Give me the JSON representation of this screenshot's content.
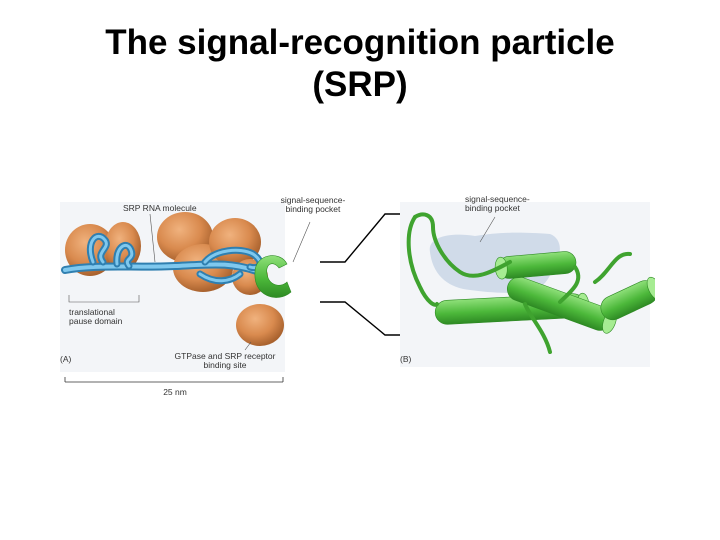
{
  "title": {
    "line1": "The signal-recognition particle",
    "line2": "(SRP)"
  },
  "panel_a": {
    "rna_label": "SRP RNA molecule",
    "pocket_label_l1": "signal-sequence-",
    "pocket_label_l2": "binding pocket",
    "domain_label_l1": "translational",
    "domain_label_l2": "pause domain",
    "receptor_label_l1": "GTPase and SRP receptor",
    "receptor_label_l2": "binding site",
    "panel_letter": "(A)",
    "scale_label": "25 nm"
  },
  "panel_b": {
    "pocket_label_l1": "signal-sequence-",
    "pocket_label_l2": "binding pocket",
    "panel_letter": "(B)"
  },
  "colors": {
    "protein": "#d98a4e",
    "rna": "#4aa6d6",
    "domain": "#5cc44a",
    "pocket": "#c9d6e6",
    "panel_bg": "#f3f5f8"
  }
}
